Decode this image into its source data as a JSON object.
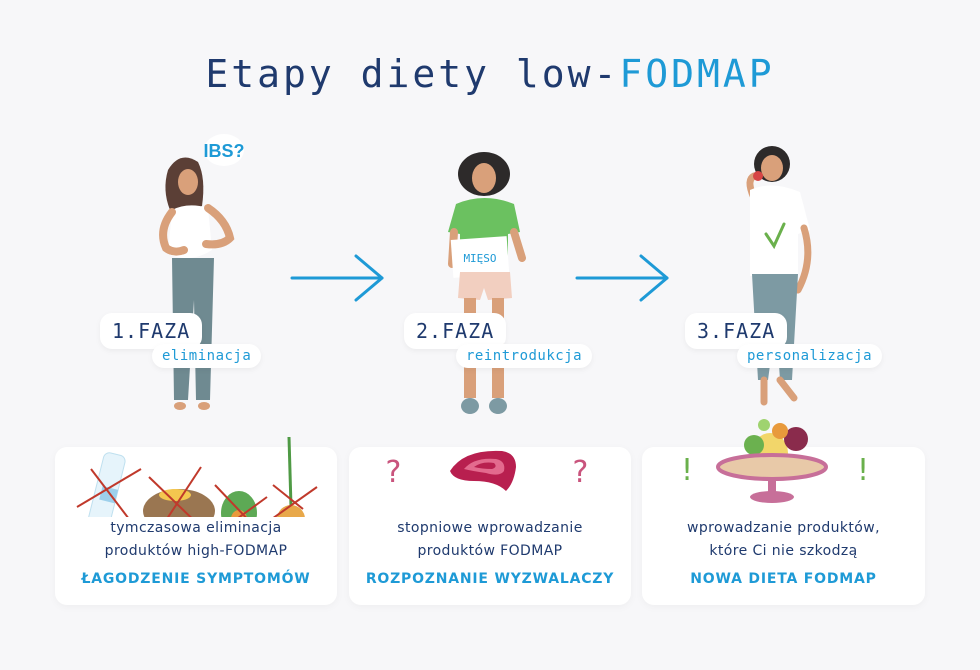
{
  "title": {
    "prefix": "Etapy diety low-",
    "accent": "FODMAP"
  },
  "colors": {
    "background": "#f7f7f9",
    "title_dark": "#1f3a6e",
    "accent_blue": "#1e9ad6",
    "card": "#ffffff",
    "cross_red": "#c0392b",
    "question_pink": "#c9547d",
    "exclaim_green": "#6ab04c"
  },
  "figures": [
    {
      "pose": "holding-stomach",
      "speech_bubble": "IBS?",
      "shirt": "white",
      "pants": "grey-blue"
    },
    {
      "pose": "holding-sign",
      "sign_text": "MIĘSO",
      "shirt": "green",
      "shorts": "pink"
    },
    {
      "pose": "eating-strawberry",
      "shirt_mark": "✓",
      "shirt": "white",
      "pants": "grey-blue"
    }
  ],
  "arrows": [
    {
      "icon": "arrow-right-icon"
    },
    {
      "icon": "arrow-right-icon"
    }
  ],
  "phases": [
    {
      "label": "1.FAZA",
      "sub": "eliminacja",
      "icons": [
        "milk-bottle-crossed",
        "bread-crossed",
        "avocado-crossed",
        "onion-crossed"
      ],
      "desc_line1": "tymczasowa eliminacja",
      "desc_line2": "produktów high-FODMAP",
      "outcome": "ŁAGODZENIE SYMPTOMÓW"
    },
    {
      "label": "2.FAZA",
      "sub": "reintrodukcja",
      "icons": [
        "question-mark",
        "meat-steak",
        "question-mark"
      ],
      "qmark": "?",
      "desc_line1": "stopniowe wprowadzanie",
      "desc_line2": "produktów FODMAP",
      "outcome": "ROZPOZNANIE WYZWALACZY"
    },
    {
      "label": "3.FAZA",
      "sub": "personalizacja",
      "icons": [
        "exclamation-mark",
        "food-platter",
        "exclamation-mark"
      ],
      "emark": "!",
      "desc_line1": "wprowadzanie produktów,",
      "desc_line2": "które Ci nie szkodzą",
      "outcome": "NOWA DIETA FODMAP"
    }
  ]
}
